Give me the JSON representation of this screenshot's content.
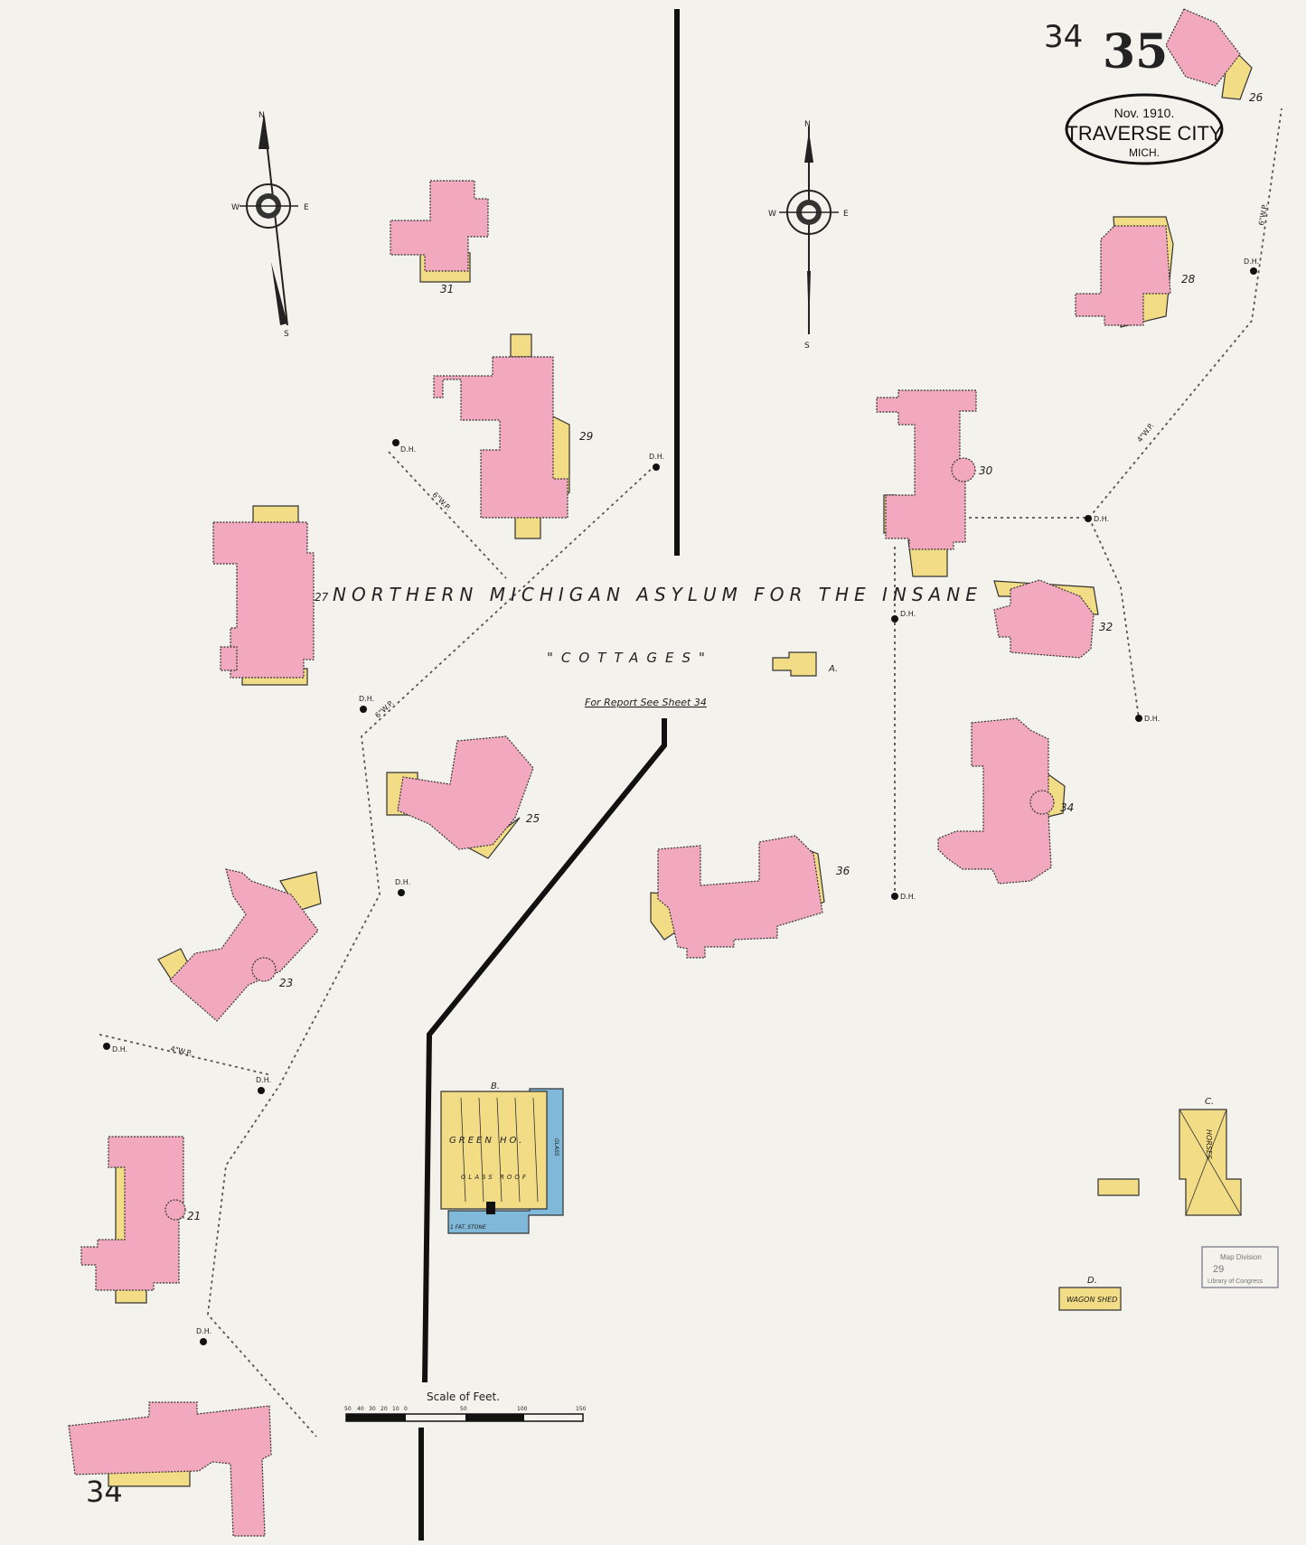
{
  "sheet": {
    "number": "35",
    "prev_sheet": "34",
    "bottom_sheet": "34"
  },
  "title_stamp": {
    "date": "Nov. 1910.",
    "city": "TRAVERSE CITY",
    "state": "MICH."
  },
  "main_title": "NORTHERN MICHIGAN ASYLUM FOR THE INSANE",
  "subtitle": "\"COTTAGES\"",
  "report_note": "For Report See Sheet 34",
  "compass_letters": {
    "n": "N",
    "s": "S",
    "e": "E",
    "w": "W"
  },
  "buildings": {
    "b21": "21",
    "b23": "23",
    "b25": "25",
    "b26": "26",
    "b27": "27",
    "b28": "28",
    "b29": "29",
    "b30": "30",
    "b31": "31",
    "b32": "32",
    "b34": "34",
    "b36": "36"
  },
  "outbuildings": {
    "a": "A.",
    "b": "B.",
    "c": "C.",
    "d": "D."
  },
  "greenhouse": {
    "name": "GREEN HO.",
    "roof": "GLASS ROOF",
    "floor": "1 FAT. STONE",
    "side": "GLASS"
  },
  "stable": "HORSES",
  "wagon_shed": "WAGON SHED",
  "hydrant_label": "D.H.",
  "pipe_labels": {
    "p1": "6\"W.P.",
    "p2": "6\"W.P.",
    "p3": "4\"W.P.",
    "p4": "4\"W.P.",
    "p5": "6\"W.P."
  },
  "scale": {
    "title": "Scale of Feet.",
    "ticks": [
      "50",
      "40",
      "30",
      "20",
      "10",
      "0",
      "50",
      "100",
      "150"
    ]
  },
  "stamp": {
    "title": "Map Division",
    "number": "29",
    "footer": "Library of Congress"
  }
}
